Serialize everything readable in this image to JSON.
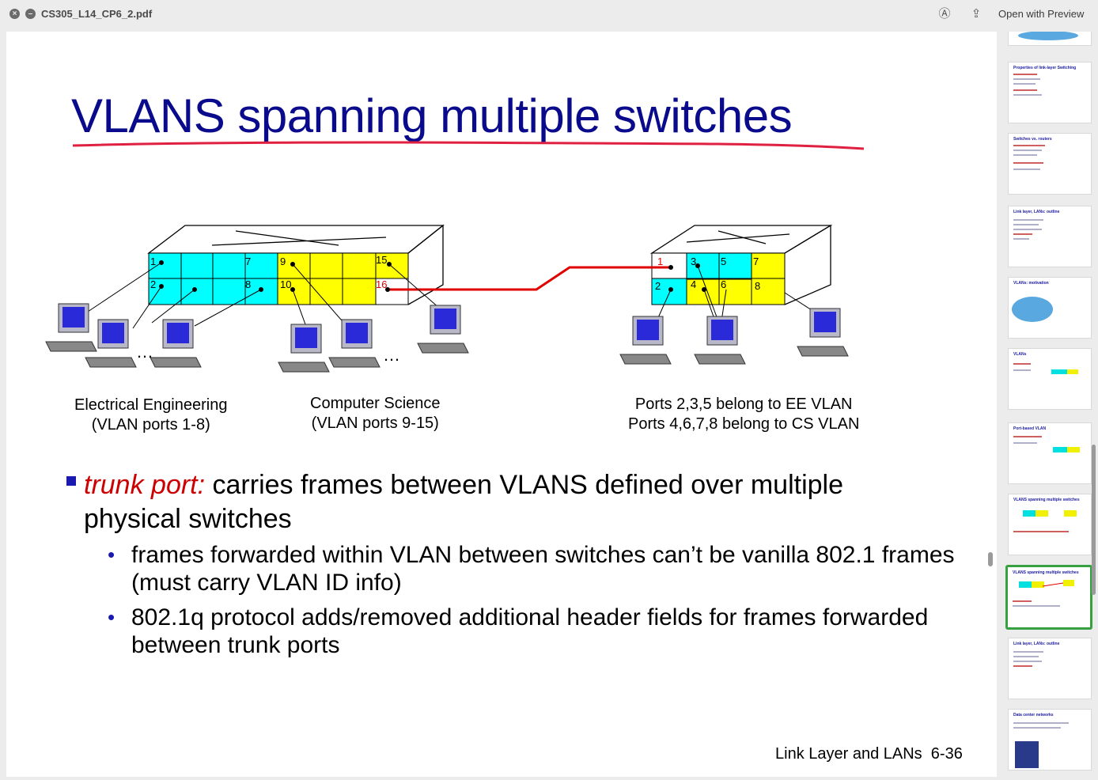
{
  "window": {
    "filename": "CS305_L14_CP6_2.pdf",
    "open_with_preview": "Open with Preview"
  },
  "slide": {
    "title": "VLANS spanning multiple switches",
    "left_switch_ports": [
      "1",
      "7",
      "9",
      "15",
      "2",
      "8",
      "10",
      "16"
    ],
    "right_switch_ports": [
      "1",
      "3",
      "5",
      "7",
      "2",
      "4",
      "6",
      "8"
    ],
    "ellipsis": "…",
    "captions": {
      "ee_line1": "Electrical Engineering",
      "ee_line2": "(VLAN ports 1-8)",
      "cs_line1": "Computer Science",
      "cs_line2": "(VLAN ports 9-15)",
      "ports_line1": "Ports 2,3,5 belong to EE VLAN",
      "ports_line2": "Ports 4,6,7,8 belong to CS VLAN"
    },
    "bullet": {
      "term": "trunk port:",
      "text": " carries frames between VLANS defined over multiple physical switches"
    },
    "sub_bullets": [
      "frames forwarded within VLAN between switches can’t be vanilla 802.1 frames (must carry VLAN ID info)",
      "802.1q protocol adds/removed additional header fields for frames forwarded between trunk ports"
    ],
    "footer": "Link Layer and LANs",
    "page_number": "6-36"
  },
  "colors": {
    "title": "#0a0a8c",
    "ee_vlan": "#00ffff",
    "cs_vlan": "#ffff00",
    "trunk_link": "#e00000",
    "selected_thumb": "#37a040"
  },
  "thumbnails": [
    {
      "title": ""
    },
    {
      "title": "Properties of link-layer Switching"
    },
    {
      "title": "Switches vs. routers"
    },
    {
      "title": "Link layer, LANs: outline"
    },
    {
      "title": "VLANs: motivation"
    },
    {
      "title": "VLANs"
    },
    {
      "title": "Port-based VLAN"
    },
    {
      "title": "VLANS spanning multiple switches"
    },
    {
      "title": "VLANS spanning multiple switches",
      "selected": true
    },
    {
      "title": "Link layer, LANs: outline"
    },
    {
      "title": "Data center networks"
    }
  ]
}
